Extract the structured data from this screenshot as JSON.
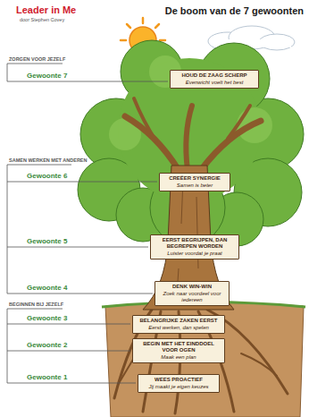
{
  "diagram": {
    "title": "De boom van de 7 gewoonten",
    "nodes": [
      {
        "text": [
          "HOUD DE ZAAG SCHERP",
          "Evenwicht voelt het best"
        ]
      },
      {
        "text": [
          "CREËER SYNERGIE",
          "Samen is beter"
        ]
      },
      {
        "text": [
          "EERST BEGRIJPEN, DAN BEGREPEN WORDEN",
          "Luister voordat je praat"
        ]
      },
      {
        "text": [
          "DENK WIN-WIN",
          "Zoek naar voordeel voor iedereen"
        ]
      },
      {
        "text": [
          "BELANGRIJKE ZAKEN EERST",
          "Eerst werken, dan spelen"
        ]
      },
      {
        "text": [
          "BEGIN MET HET EINDDOEL VOOR OGEN",
          "Maak een plan"
        ]
      },
      {
        "text": [
          "WEES PROACTIEF",
          "Jij maakt je eigen keuzes"
        ]
      }
    ],
    "labels": [
      "Leader in Me",
      "door Stephen Covey",
      "ZORGEN VOOR JEZELF",
      "Gewoonte 7",
      "SAMEN WERKEN MET ANDEREN",
      "Gewoonte 6",
      "Gewoonte 5",
      "Gewoonte 4",
      "BEGINNEN BIJ JEZELF",
      "Gewoonte 3",
      "Gewoonte 2",
      "Gewoonte 1"
    ]
  }
}
